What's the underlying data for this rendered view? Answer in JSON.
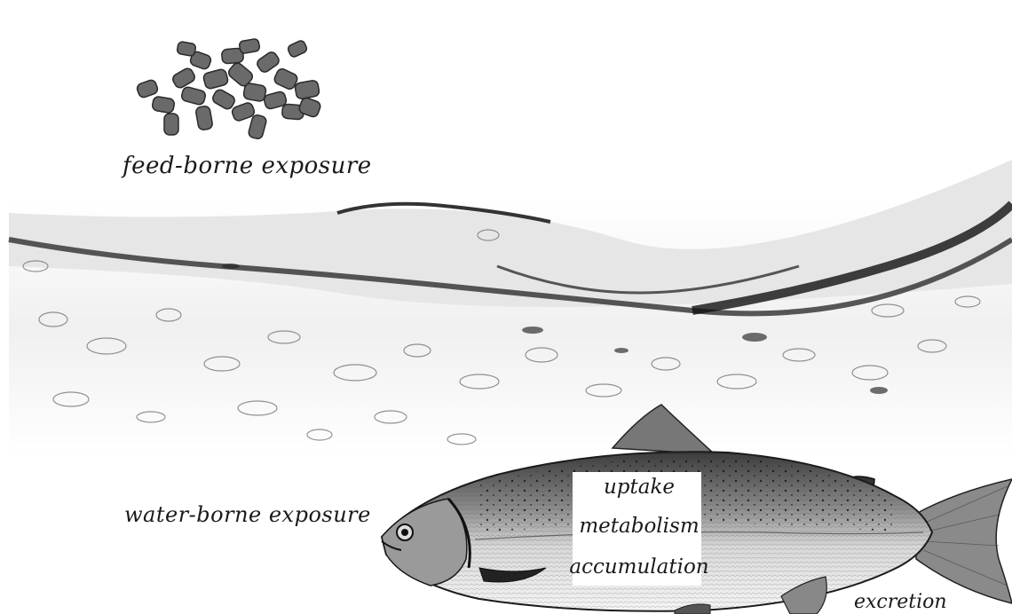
{
  "labels": {
    "feed_borne": "feed-borne exposure",
    "water_borne": "water-borne exposure",
    "uptake": "uptake",
    "metabolism": "metabolism",
    "accumulation": "accumulation",
    "excretion": "excretion"
  },
  "illustrations": {
    "feed": "feed-pellets-image",
    "water": "water-surface-image",
    "fish": "salmon-image"
  },
  "colors": {
    "ink": "#1a1a1a",
    "background": "#ffffff"
  }
}
